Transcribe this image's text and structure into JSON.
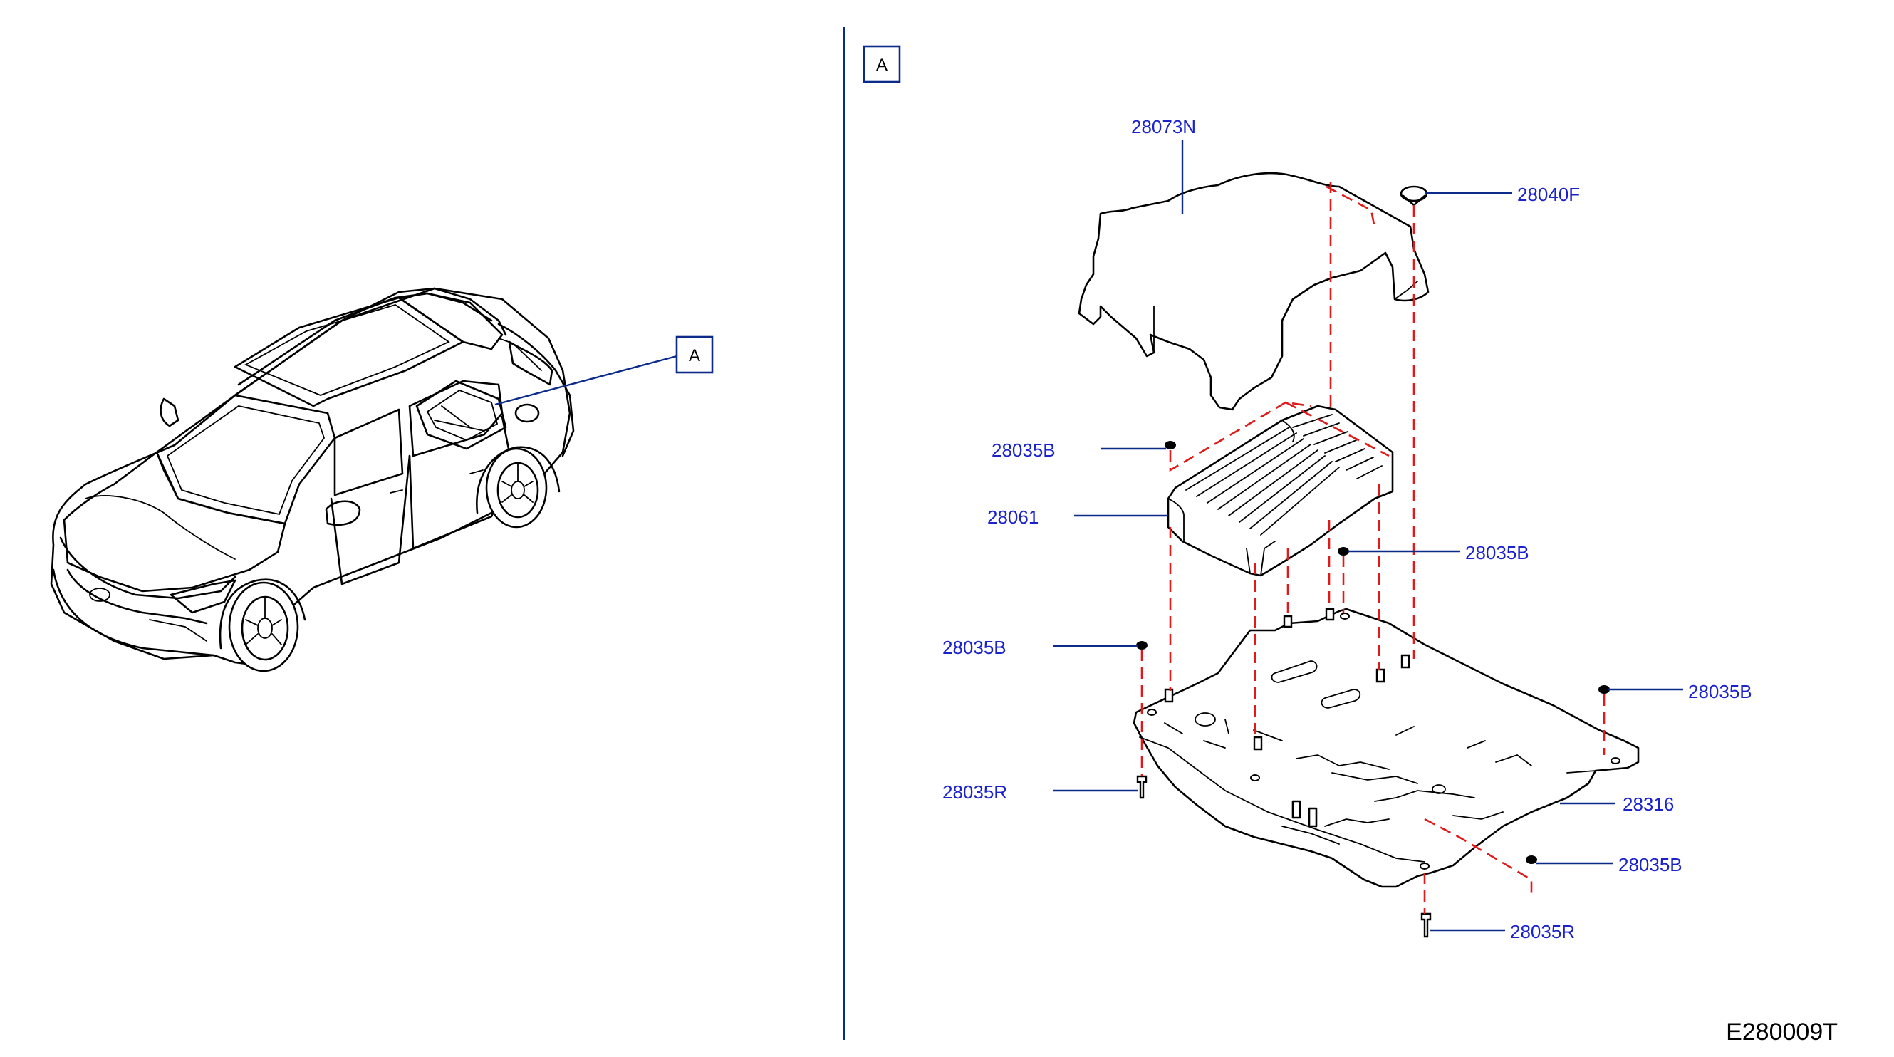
{
  "diagram_code": "E280009T",
  "view_markers": {
    "car_view": "A",
    "detail_view": "A"
  },
  "callouts": {
    "cover": "28073N",
    "clip_top": "28040F",
    "amplifier": "28061",
    "nut_upper_left": "28035B",
    "nut_mid_right": "28035B",
    "nut_left": "28035B",
    "nut_right": "28035B",
    "nut_lower_right": "28035B",
    "bolt_left": "28035R",
    "bolt_bottom": "28035R",
    "bracket": "28316"
  },
  "colors": {
    "callout_text": "#1a22cc",
    "leader_line": "#0b2a8a",
    "dashed_guide": "#e01a1a",
    "divider": "#0b2a8a"
  }
}
